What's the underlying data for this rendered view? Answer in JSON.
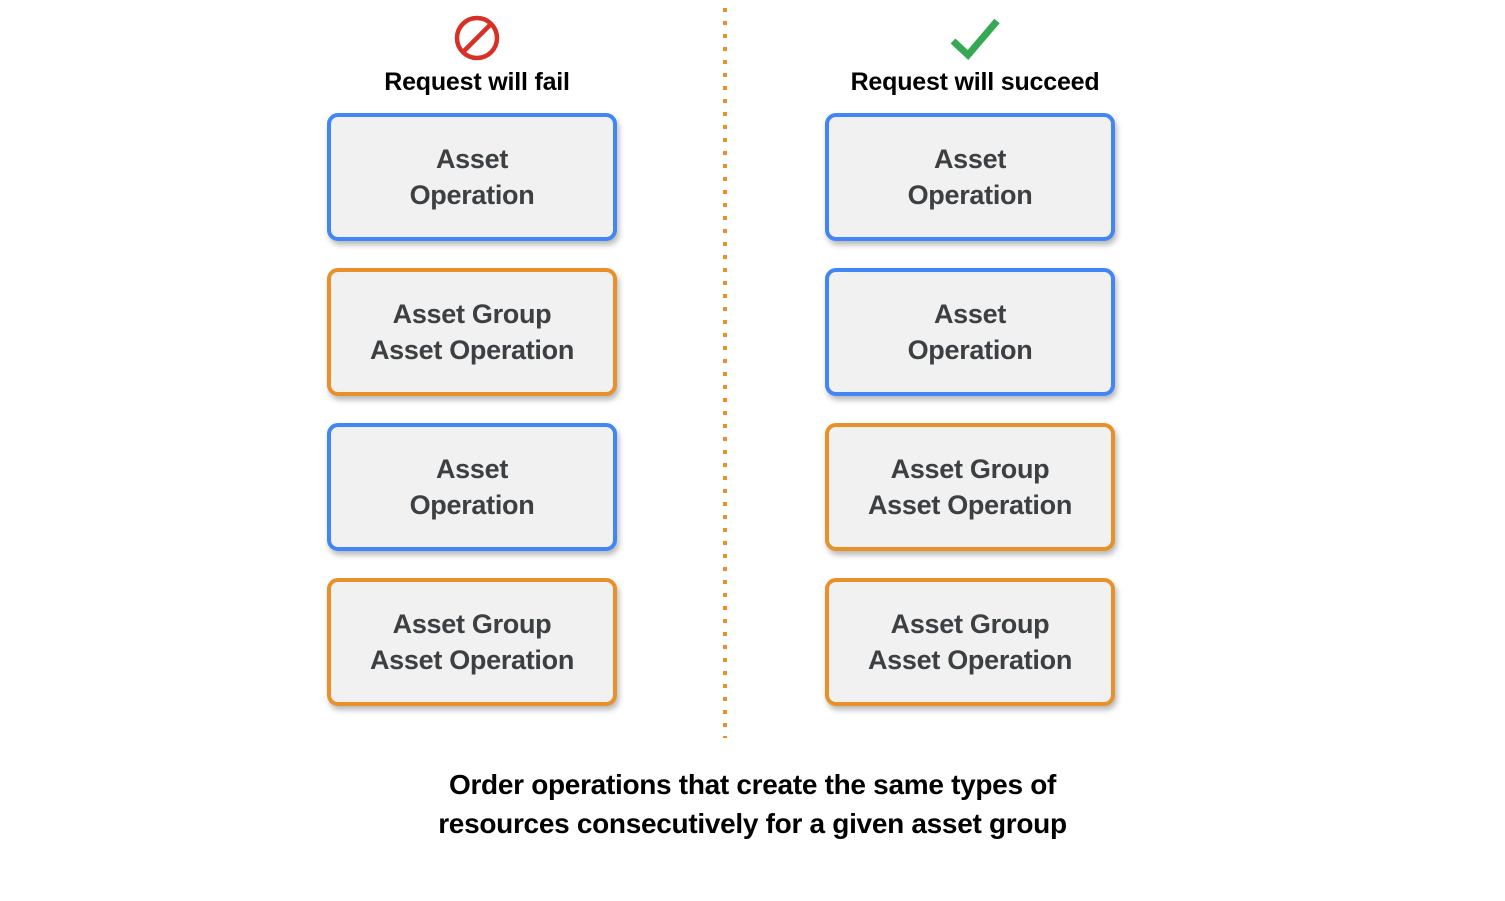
{
  "diagram": {
    "colors": {
      "blue_border": "#4285f4",
      "orange_border": "#e8912a",
      "box_fill": "#f1f1f1",
      "box_text": "#3c4043",
      "fail_icon": "#d93025",
      "success_icon": "#34a853",
      "divider": "#e8912a",
      "background": "#ffffff"
    },
    "columns": [
      {
        "id": "fail",
        "icon": "no-entry-icon",
        "label": "Request will fail",
        "boxes": [
          {
            "type": "asset",
            "color": "blue",
            "lines": [
              "Asset",
              "Operation"
            ]
          },
          {
            "type": "asset-group",
            "color": "orange",
            "lines": [
              "Asset Group",
              "Asset Operation"
            ]
          },
          {
            "type": "asset",
            "color": "blue",
            "lines": [
              "Asset",
              "Operation"
            ]
          },
          {
            "type": "asset-group",
            "color": "orange",
            "lines": [
              "Asset Group",
              "Asset Operation"
            ]
          }
        ]
      },
      {
        "id": "succeed",
        "icon": "check-icon",
        "label": "Request will succeed",
        "boxes": [
          {
            "type": "asset",
            "color": "blue",
            "lines": [
              "Asset",
              "Operation"
            ]
          },
          {
            "type": "asset",
            "color": "blue",
            "lines": [
              "Asset",
              "Operation"
            ]
          },
          {
            "type": "asset-group",
            "color": "orange",
            "lines": [
              "Asset Group",
              "Asset Operation"
            ]
          },
          {
            "type": "asset-group",
            "color": "orange",
            "lines": [
              "Asset Group",
              "Asset Operation"
            ]
          }
        ]
      }
    ],
    "caption": {
      "line1": "Order operations that create the same types of",
      "line2": "resources consecutively for a given asset group"
    }
  }
}
